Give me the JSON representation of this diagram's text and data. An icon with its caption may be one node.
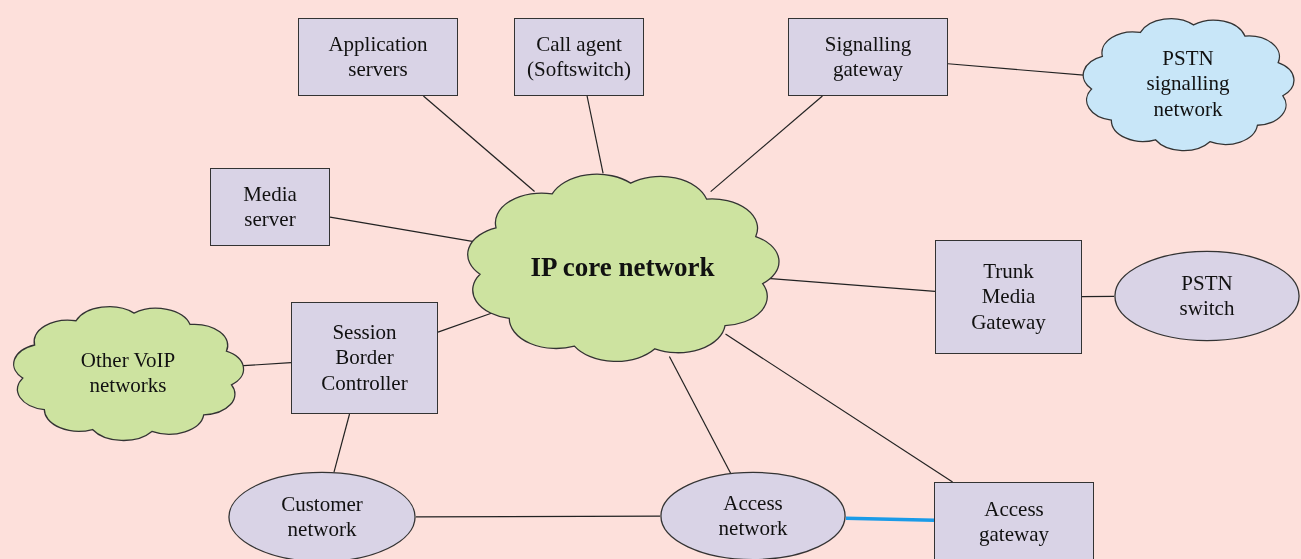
{
  "diagram": {
    "nodes": [
      {
        "text": [
          "IP core network"
        ]
      },
      {
        "text": [
          "Application servers"
        ]
      },
      {
        "text": [
          "Call agent (Softswitch)"
        ]
      },
      {
        "text": [
          "Signalling gateway"
        ]
      },
      {
        "text": [
          "PSTN signalling network"
        ]
      },
      {
        "text": [
          "Media server"
        ]
      },
      {
        "text": [
          "Trunk Media Gateway"
        ]
      },
      {
        "text": [
          "PSTN switch"
        ]
      },
      {
        "text": [
          "Other VoIP networks"
        ]
      },
      {
        "text": [
          "Session Border Controller"
        ]
      },
      {
        "text": [
          "Customer network"
        ]
      },
      {
        "text": [
          "Access network"
        ]
      },
      {
        "text": [
          "Access gateway"
        ]
      }
    ],
    "edges": [
      {
        "from": 1,
        "to": 0,
        "arrow": "none"
      },
      {
        "from": 2,
        "to": 0,
        "arrow": "none"
      },
      {
        "from": 3,
        "to": 0,
        "arrow": "none"
      },
      {
        "from": 3,
        "to": 4,
        "arrow": "none"
      },
      {
        "from": 5,
        "to": 0,
        "arrow": "none"
      },
      {
        "from": 0,
        "to": 6,
        "arrow": "none"
      },
      {
        "from": 6,
        "to": 7,
        "arrow": "none"
      },
      {
        "from": 8,
        "to": 9,
        "arrow": "none"
      },
      {
        "from": 9,
        "to": 0,
        "arrow": "none"
      },
      {
        "from": 9,
        "to": 10,
        "arrow": "none"
      },
      {
        "from": 10,
        "to": 11,
        "arrow": "none"
      },
      {
        "from": 0,
        "to": 11,
        "arrow": "none"
      },
      {
        "from": 0,
        "to": 12,
        "arrow": "none"
      },
      {
        "from": 11,
        "to": 12,
        "arrow": "none",
        "style": "thick",
        "color": "#1a9be8"
      }
    ]
  }
}
